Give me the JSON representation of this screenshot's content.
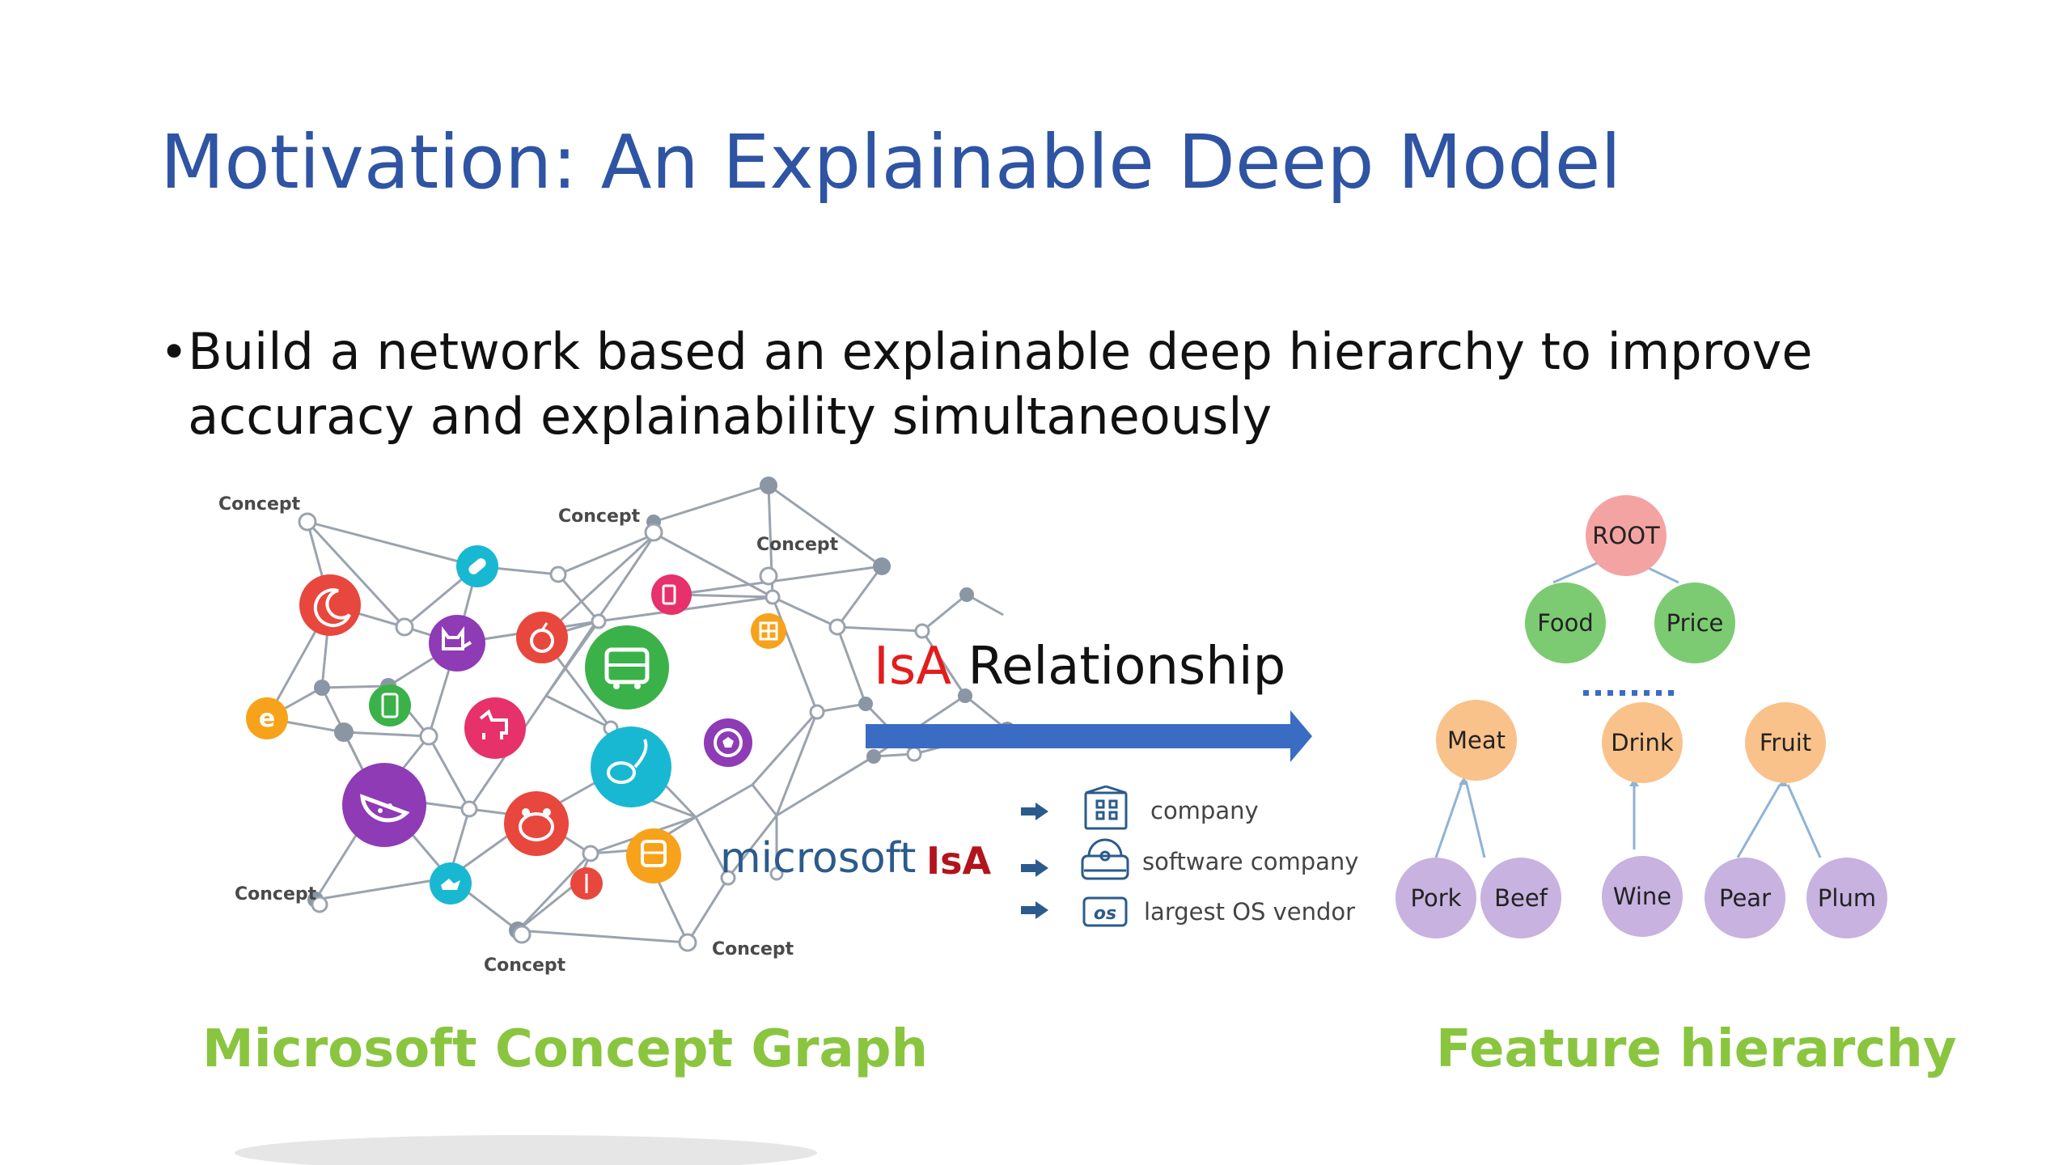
{
  "slide": {
    "title": "Motivation: An Explainable Deep Model",
    "bullet": "Build a network based an explainable deep hierarchy to improve accuracy and explainability simultaneously"
  },
  "concept_graph": {
    "labels": [
      "Concept",
      "Concept",
      "Concept",
      "Concept",
      "Concept",
      "Concept"
    ],
    "caption": "Microsoft Concept Graph"
  },
  "relationship": {
    "label_red": "IsA",
    "label_rest": " Relationship",
    "term": "microsoft",
    "isa": "IsA",
    "items": [
      {
        "icon": "building-icon",
        "text": "company"
      },
      {
        "icon": "software-icon",
        "text": "software company"
      },
      {
        "icon": "os-icon",
        "icon_text": "os",
        "text": "largest OS vendor"
      }
    ]
  },
  "hierarchy": {
    "caption": "Feature hierarchy",
    "root": "ROOT",
    "level1": [
      "Food",
      "Price"
    ],
    "level2": [
      "Meat",
      "Drink",
      "Fruit"
    ],
    "leaves": [
      "Pork",
      "Beef",
      "Wine",
      "Pear",
      "Plum"
    ]
  },
  "colors": {
    "title": "#2e54a3",
    "caption": "#8ac53f",
    "arrow": "#3b6cc4",
    "root": "#f4a3a3",
    "level1": "#7ccb72",
    "level2": "#f9c28a",
    "leaves": "#c7b2e0"
  }
}
